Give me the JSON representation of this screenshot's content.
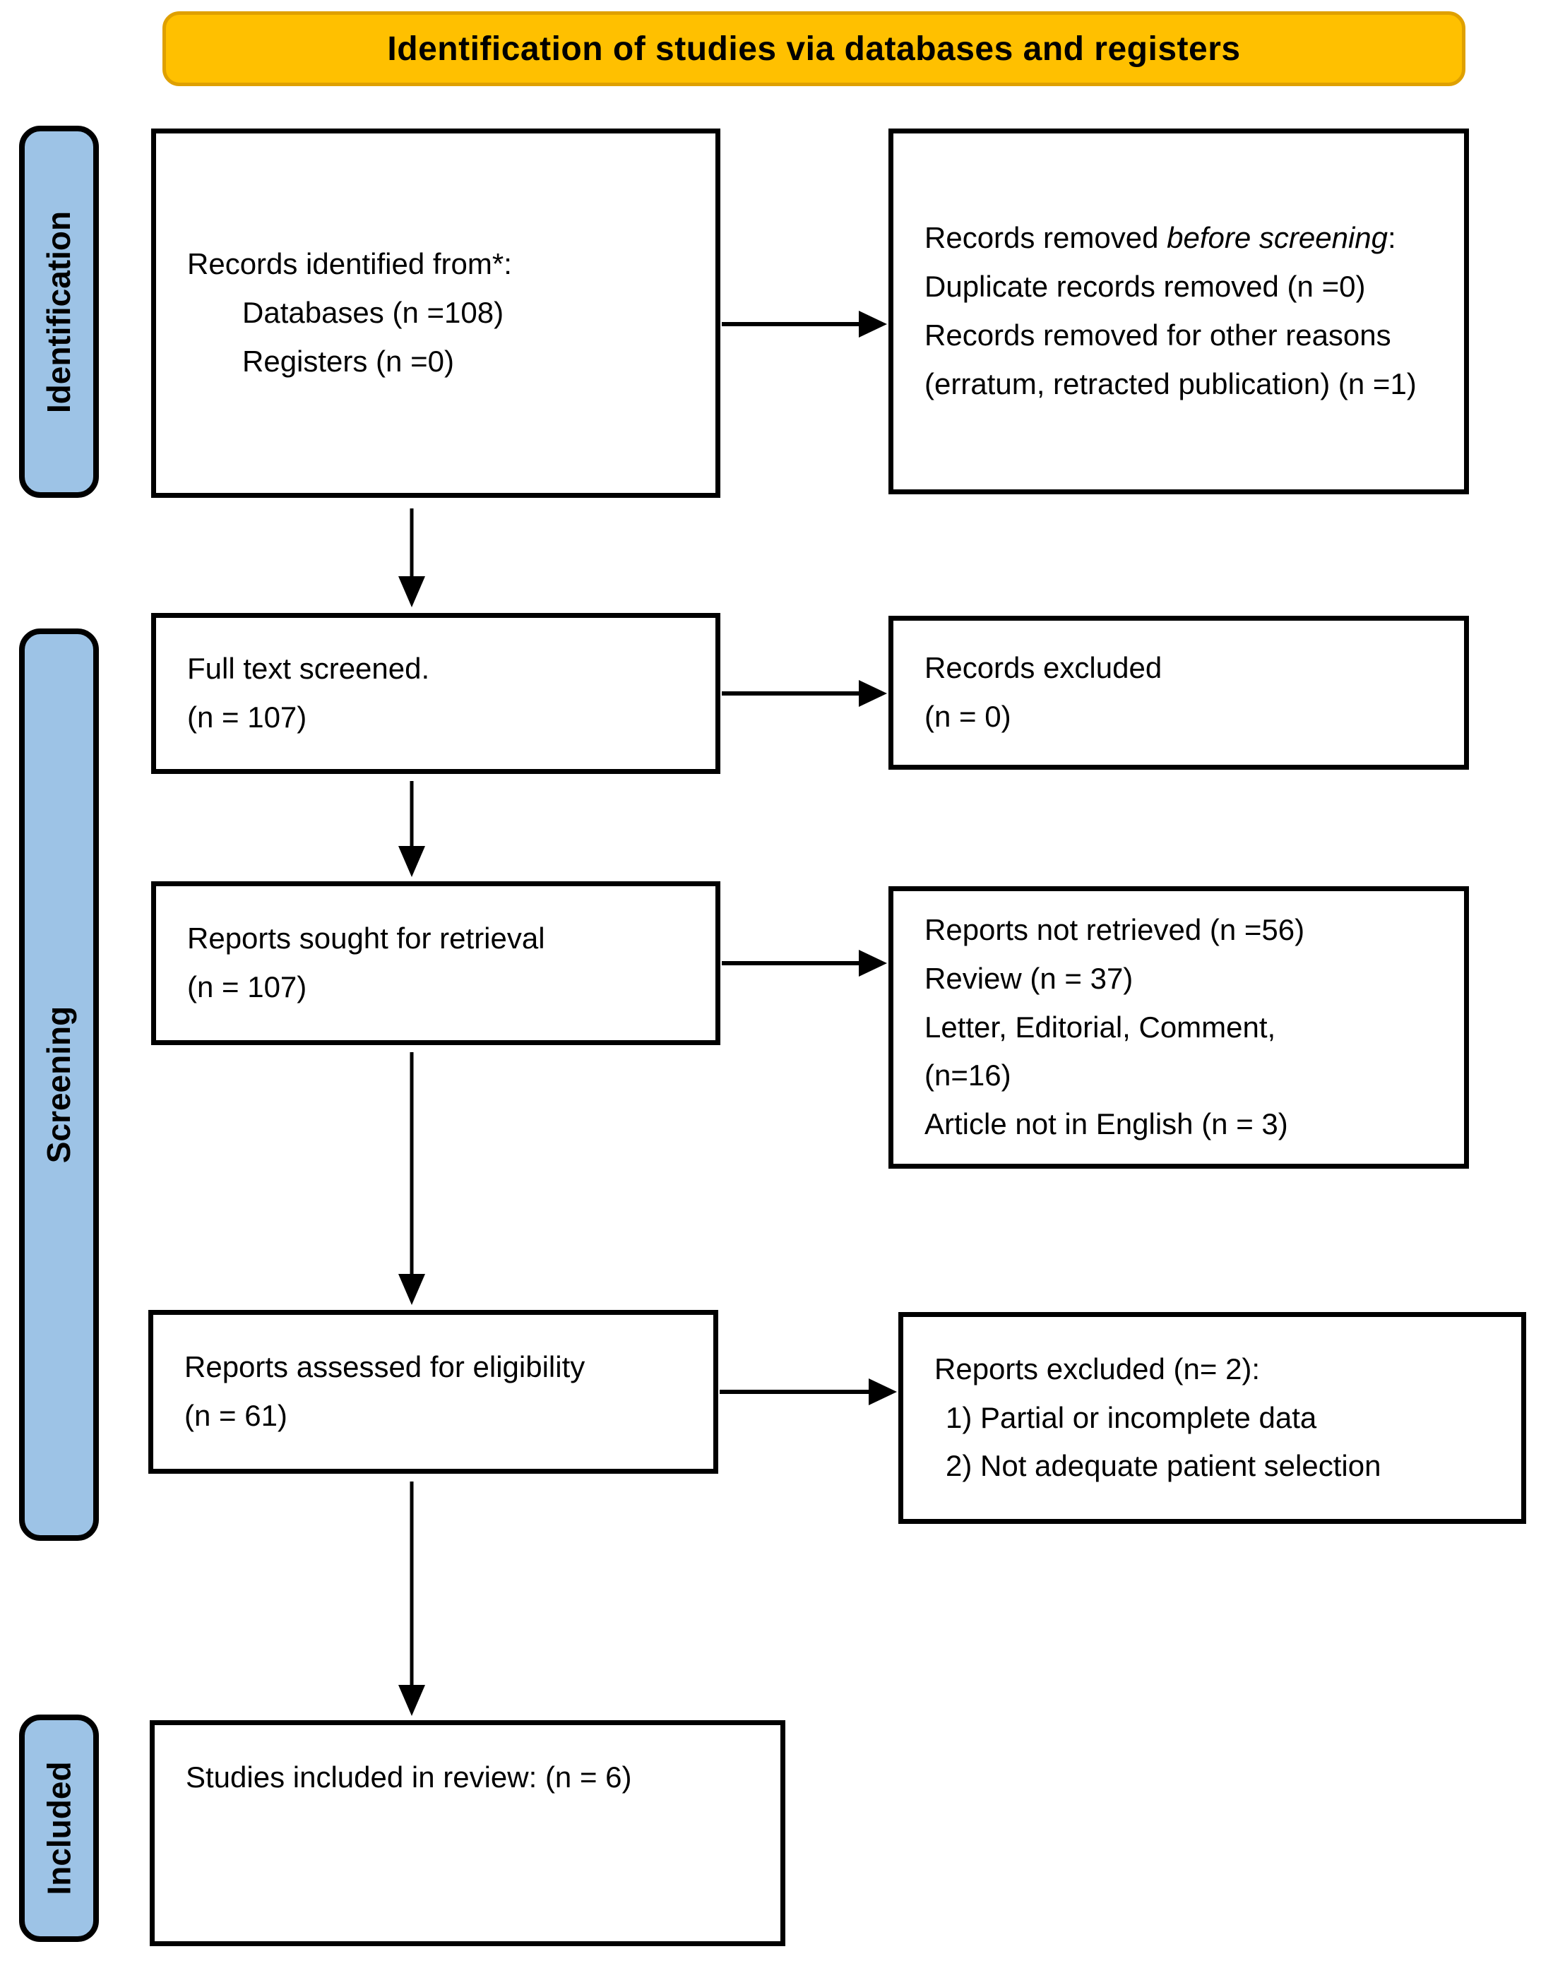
{
  "colors": {
    "banner_bg": "#FFC000",
    "banner_border": "#DFA000",
    "stage_bg": "#9DC3E6",
    "box_bg": "#FFFFFF",
    "line_color": "#000000",
    "text_color": "#000000"
  },
  "banner": {
    "title": "Identification of studies via databases and registers"
  },
  "stages": [
    {
      "label": "Identification"
    },
    {
      "label": "Screening"
    },
    {
      "label": "Included"
    }
  ],
  "boxes": {
    "records_identified": {
      "lines": [
        "Records identified from*:",
        "Databases (n =108)",
        "Registers (n =0)"
      ]
    },
    "records_removed": {
      "line1_pre": "Records removed ",
      "line1_italic": "before screening",
      "line1_post": ":",
      "lines": [
        "Duplicate records removed (n =0)",
        "Records removed for other reasons",
        "(erratum, retracted publication) (n =1)"
      ]
    },
    "full_text_screened": {
      "lines": [
        "Full text screened.",
        "(n = 107)"
      ]
    },
    "records_excluded": {
      "lines": [
        "Records excluded",
        "(n = 0)"
      ]
    },
    "reports_sought": {
      "lines": [
        "Reports sought for retrieval",
        "(n = 107)"
      ]
    },
    "reports_not_retrieved": {
      "lines": [
        "Reports not retrieved (n =56)",
        "Review (n = 37)",
        "Letter, Editorial, Comment,",
        "(n=16)",
        "Article not in English (n = 3)"
      ]
    },
    "reports_assessed": {
      "lines": [
        "Reports assessed for eligibility",
        "(n = 61)"
      ]
    },
    "reports_excluded": {
      "lines": [
        "Reports excluded (n= 2):",
        "1) Partial or incomplete data",
        "2) Not adequate patient selection"
      ]
    },
    "studies_included": {
      "lines": [
        "Studies included in review: (n = 6)"
      ]
    }
  }
}
